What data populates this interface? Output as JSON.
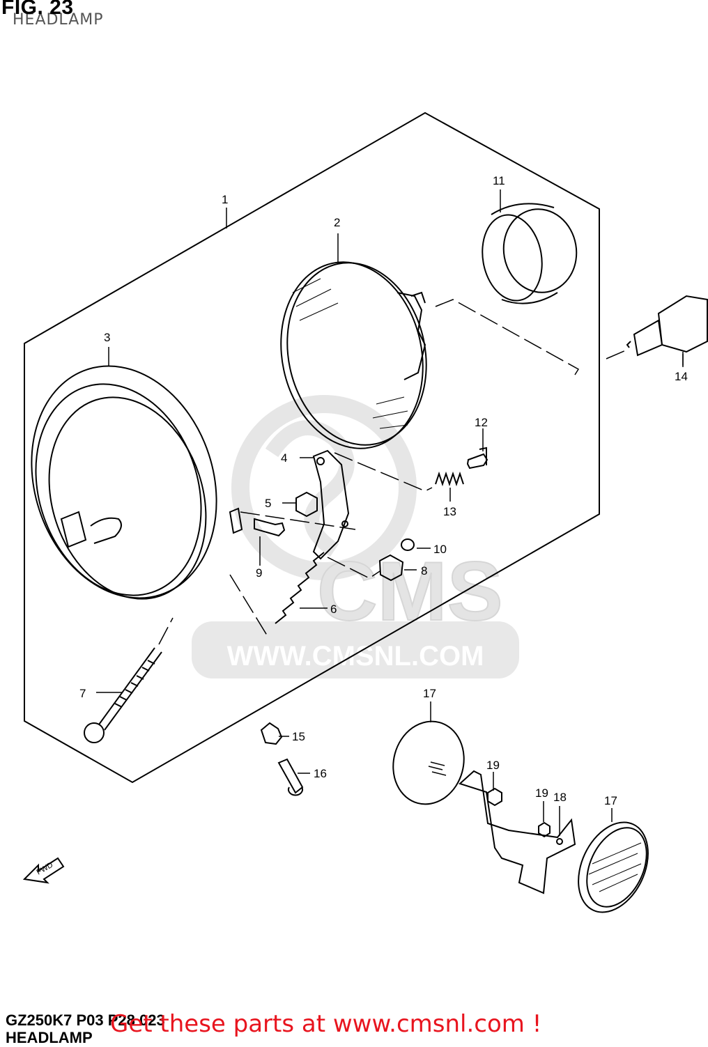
{
  "header": {
    "figure_number": "FIG. 23",
    "figure_title": "HEADLAMP"
  },
  "footer": {
    "model_code": "GZ250K7 P03 P28 023",
    "section_title": "HEADLAMP",
    "call_to_action": "Get these parts at www.cmsnl.com !"
  },
  "watermark": {
    "logo_text": "CMS",
    "url_text": "WWW.CMSNL.COM"
  },
  "direction_marker": "FWD",
  "callouts": [
    {
      "id": "c1",
      "label": "1"
    },
    {
      "id": "c2",
      "label": "2"
    },
    {
      "id": "c3",
      "label": "3"
    },
    {
      "id": "c4",
      "label": "4"
    },
    {
      "id": "c5",
      "label": "5"
    },
    {
      "id": "c6",
      "label": "6"
    },
    {
      "id": "c7",
      "label": "7"
    },
    {
      "id": "c8",
      "label": "8"
    },
    {
      "id": "c9",
      "label": "9"
    },
    {
      "id": "c10",
      "label": "10"
    },
    {
      "id": "c11",
      "label": "11"
    },
    {
      "id": "c12",
      "label": "12"
    },
    {
      "id": "c13",
      "label": "13"
    },
    {
      "id": "c14",
      "label": "14"
    },
    {
      "id": "c15",
      "label": "15"
    },
    {
      "id": "c16",
      "label": "16"
    },
    {
      "id": "c17a",
      "label": "17"
    },
    {
      "id": "c17b",
      "label": "17"
    },
    {
      "id": "c18",
      "label": "18"
    },
    {
      "id": "c19a",
      "label": "19"
    },
    {
      "id": "c19b",
      "label": "19"
    }
  ],
  "colors": {
    "line": "#000000",
    "watermark": "#d9d9d9",
    "call_to_action": "#e8141e"
  }
}
